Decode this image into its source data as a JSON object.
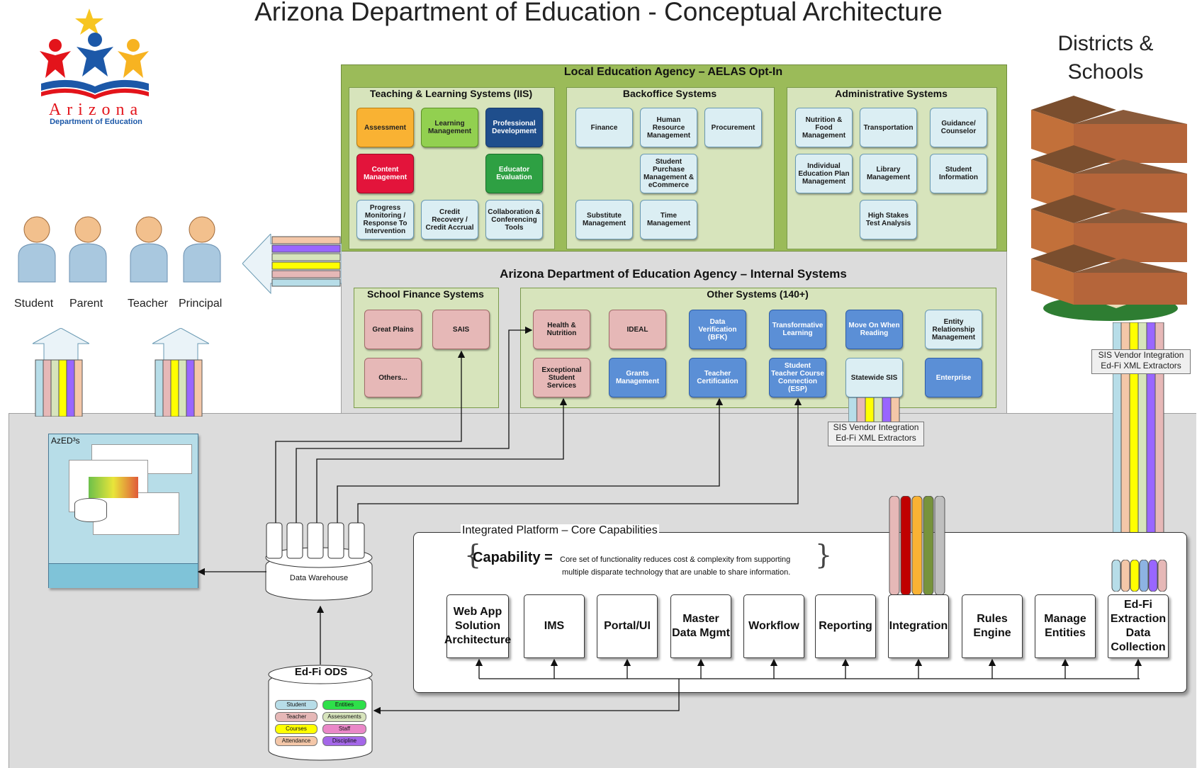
{
  "title": "Arizona Department of Education - Conceptual Architecture",
  "logo": {
    "name": "Arizona",
    "subtitle": "Department of Education"
  },
  "districts_title": "Districts & Schools",
  "people": [
    "Student",
    "Parent",
    "Teacher",
    "Principal"
  ],
  "lea": {
    "title": "Local Education Agency – AELAS Opt-In",
    "teaching": {
      "title": "Teaching & Learning Systems (IIS)",
      "items": [
        "Assessment",
        "Learning Management",
        "Professional Development",
        "Content Management",
        "Educator Evaluation",
        "Progress Monitoring / Response To Intervention",
        "Credit Recovery / Credit Accrual",
        "Collaboration & Conferencing Tools"
      ]
    },
    "backoffice": {
      "title": "Backoffice Systems",
      "items": [
        "Finance",
        "Human Resource Management",
        "Procurement",
        "Student Purchase Management & eCommerce",
        "Substitute Management",
        "Time Management"
      ]
    },
    "admin": {
      "title": "Administrative Systems",
      "items": [
        "Nutrition & Food Management",
        "Transportation",
        "Guidance/ Counselor",
        "Individual Education Plan Management",
        "Library Management",
        "Student Information",
        "High Stakes Test Analysis"
      ]
    }
  },
  "internal": {
    "title": "Arizona Department of Education Agency – Internal Systems",
    "finance": {
      "title": "School Finance Systems",
      "items": [
        "Great Plains",
        "SAIS",
        "Others..."
      ]
    },
    "other": {
      "title": "Other Systems (140+)",
      "items": [
        "Health & Nutrition",
        "IDEAL",
        "Data Verification (BFK)",
        "Transformative Learning",
        "Move On When Reading",
        "Entity Relationship Management",
        "Exceptional Student Services",
        "Grants Management",
        "Teacher Certification",
        "Student Teacher Course Connection (ESP)",
        "Statewide SIS",
        "Enterprise"
      ]
    }
  },
  "sis_note": [
    "SIS Vendor Integration",
    "Ed-Fi XML Extractors"
  ],
  "sis_note_right": [
    "SIS Vendor Integration",
    "Ed-Fi XML Extractors"
  ],
  "azeds": "AzED³s",
  "data_warehouse": "Data Warehouse",
  "edfi_ods": {
    "title": "Ed-Fi ODS",
    "left": [
      "Student",
      "Teacher",
      "Courses",
      "Attendance"
    ],
    "right": [
      "Entities",
      "Assessments",
      "Staff",
      "Discipline"
    ]
  },
  "platform": {
    "title": "Integrated Platform – Core Capabilities",
    "capability_label": "Capability =",
    "capability_text1": "Core set of functionality reduces cost & complexity from supporting",
    "capability_text2": "multiple disparate technology that are unable to share information.",
    "items": [
      "Web App Solution Architecture",
      "IMS",
      "Portal/UI",
      "Master Data Mgmt",
      "Workflow",
      "Reporting",
      "Integration",
      "Rules Engine",
      "Manage Entities",
      "Ed-Fi Extraction Data Collection"
    ]
  },
  "colors": {
    "stripe_colors": [
      "#b7dde8",
      "#e6b8b7",
      "#ffff00",
      "#d7e4bc",
      "#9966ff",
      "#f4c7a8"
    ],
    "lea_green": "#9bbb59",
    "panel_green": "#d7e4bc",
    "gray": "#dcdcdc"
  }
}
